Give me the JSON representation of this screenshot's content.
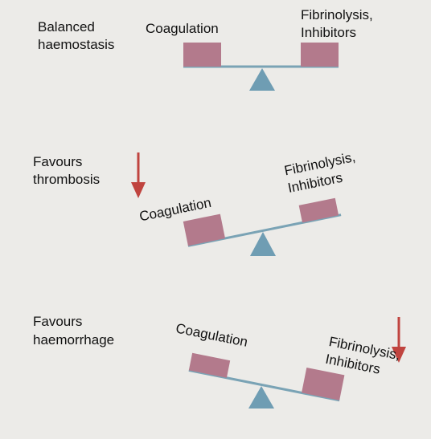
{
  "colors": {
    "background": "#ecebe8",
    "weight": "#b37a8c",
    "beam": "#7aa3b5",
    "fulcrum": "#6f9db3",
    "arrow": "#c0443f",
    "text": "#111111"
  },
  "panels": [
    {
      "state": [
        "Balanced",
        "haemostasis"
      ],
      "left_weight": "Coagulation",
      "right_weight": [
        "Fibrinolysis,",
        "Inhibitors"
      ],
      "arrow_icon": null
    },
    {
      "state": [
        "Favours",
        "thrombosis"
      ],
      "left_weight": "Coagulation",
      "right_weight": [
        "Fibrinolysis,",
        "Inhibitors"
      ],
      "arrow_icon": "down-arrow-icon"
    },
    {
      "state": [
        "Favours",
        "haemorrhage"
      ],
      "left_weight": "Coagulation",
      "right_weight": [
        "Fibrinolysis,",
        "Inhibitors"
      ],
      "arrow_icon": "down-arrow-icon"
    }
  ]
}
